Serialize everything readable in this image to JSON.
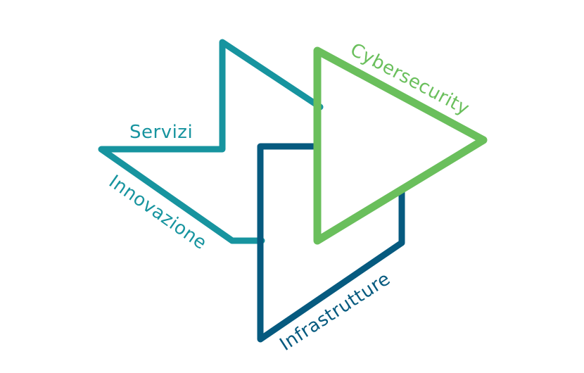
{
  "labels": {
    "servizi": "Servizi",
    "innovazione": "Innovazione",
    "cybersecurity": "Cybersecurity",
    "infrastrutture": "Infrastrutture"
  },
  "colors": {
    "teal": "#17949f",
    "navy": "#065a7f",
    "green": "#6abf5c",
    "background": "#ffffff"
  }
}
